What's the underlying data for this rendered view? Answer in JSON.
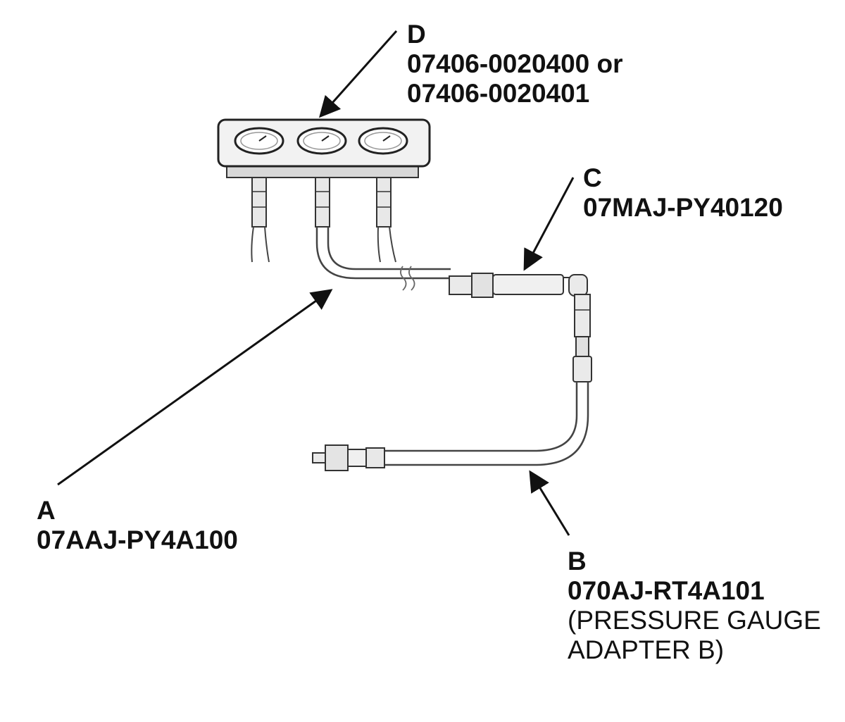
{
  "labels": {
    "d": {
      "letter": "D",
      "part_line1": "07406-0020400 or",
      "part_line2": "07406-0020401"
    },
    "c": {
      "letter": "C",
      "part": "07MAJ-PY40120"
    },
    "a": {
      "letter": "A",
      "part": "07AAJ-PY4A100"
    },
    "b": {
      "letter": "B",
      "part": "070AJ-RT4A101",
      "desc_line1": "(PRESSURE GAUGE",
      "desc_line2": "ADAPTER B)"
    }
  },
  "colors": {
    "line": "#111111",
    "hose": "#555555",
    "fill": "#f4f4f4",
    "background": "#ffffff"
  }
}
